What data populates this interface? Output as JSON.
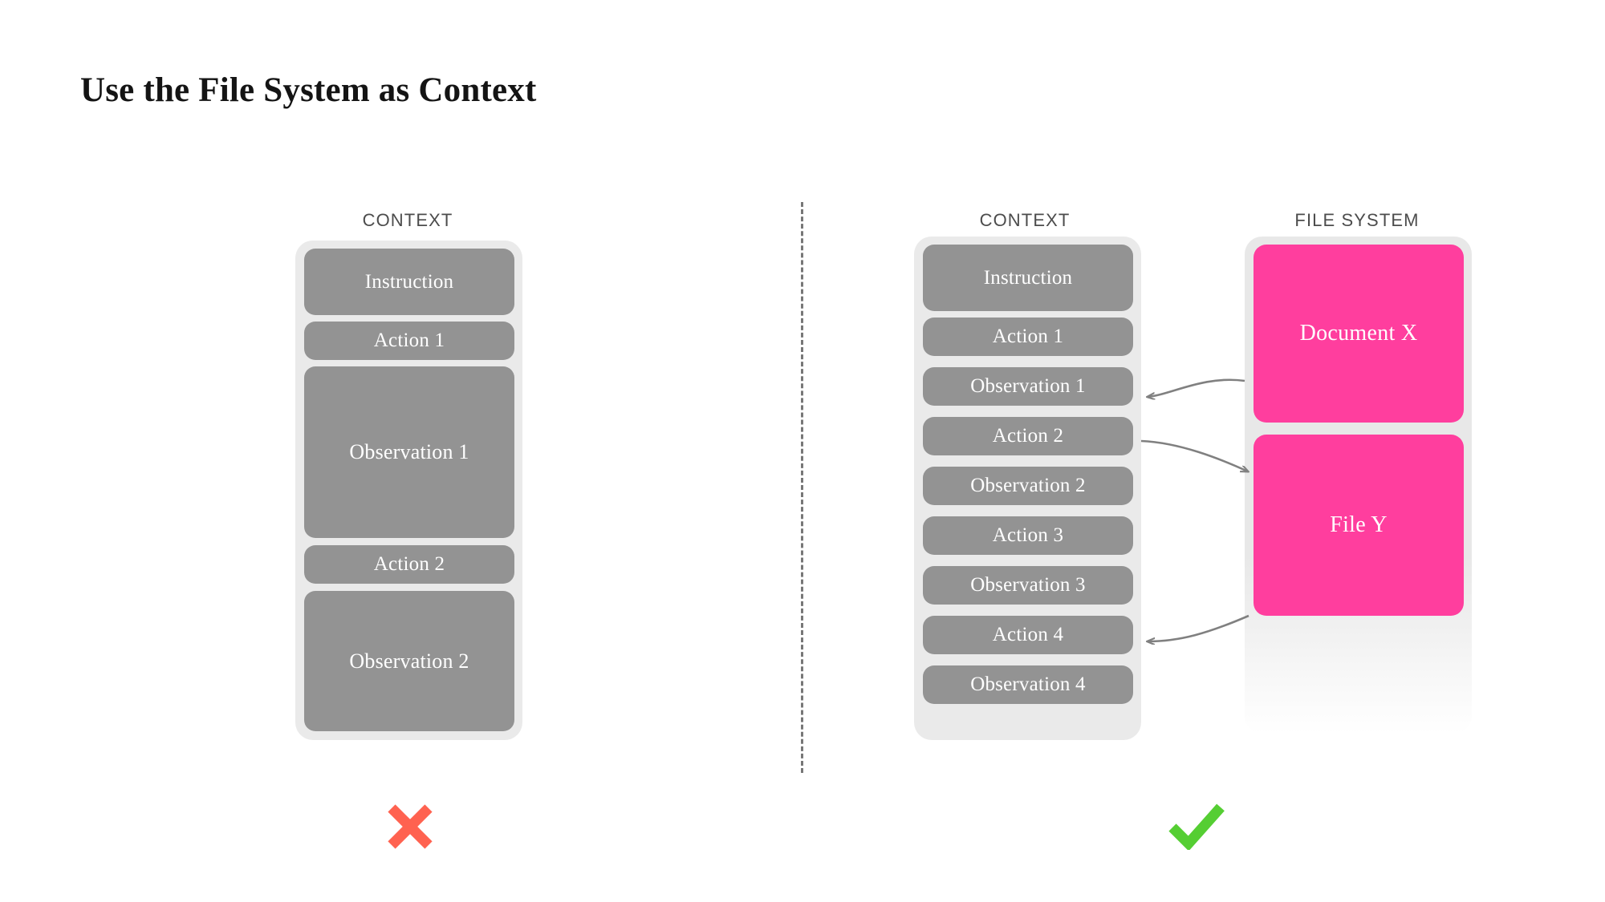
{
  "slide": {
    "title": "Use the File System as Context"
  },
  "colors": {
    "panel_bg": "#eaeaea",
    "block_gray": "#939393",
    "file_pink": "#ff3e9e",
    "cross_red": "#ff6250",
    "check_green": "#55ce33",
    "caption_text": "#4c4c4c",
    "title_text": "#141414",
    "arrow_gray": "#808080",
    "divider_gray": "#777777",
    "page_bg": "#ffffff"
  },
  "divider": {
    "icon": "vertical-dashed-divider"
  },
  "left_example": {
    "caption": "CONTEXT",
    "verdict": {
      "icon": "cross-mark-icon",
      "label": "✕",
      "meaning": "bad-approach"
    },
    "blocks": [
      {
        "label": "Instruction",
        "size": "medium"
      },
      {
        "label": "Action 1",
        "size": "small"
      },
      {
        "label": "Observation 1",
        "size": "large"
      },
      {
        "label": "Action 2",
        "size": "small"
      },
      {
        "label": "Observation 2",
        "size": "large"
      }
    ]
  },
  "right_example": {
    "caption": "CONTEXT",
    "verdict": {
      "icon": "check-mark-icon",
      "label": "✓",
      "meaning": "good-approach"
    },
    "blocks": [
      {
        "label": "Instruction",
        "size": "medium"
      },
      {
        "label": "Action 1",
        "size": "small"
      },
      {
        "label": "Observation 1",
        "size": "small"
      },
      {
        "label": "Action 2",
        "size": "small"
      },
      {
        "label": "Observation 2",
        "size": "small"
      },
      {
        "label": "Action 3",
        "size": "small"
      },
      {
        "label": "Observation 3",
        "size": "small"
      },
      {
        "label": "Action 4",
        "size": "small"
      },
      {
        "label": "Observation 4",
        "size": "small"
      }
    ]
  },
  "file_system": {
    "caption": "FILE SYSTEM",
    "files": [
      {
        "label": "Document X"
      },
      {
        "label": "File Y"
      }
    ]
  },
  "arrows": [
    {
      "name": "document-x-to-observation-1",
      "from": "Document X",
      "to": "Observation 1",
      "direction": "left"
    },
    {
      "name": "action-2-to-file-y",
      "from": "Action 2",
      "to": "File Y",
      "direction": "right"
    },
    {
      "name": "file-y-to-action-4",
      "from": "File Y",
      "to": "Action 4",
      "direction": "left"
    }
  ]
}
